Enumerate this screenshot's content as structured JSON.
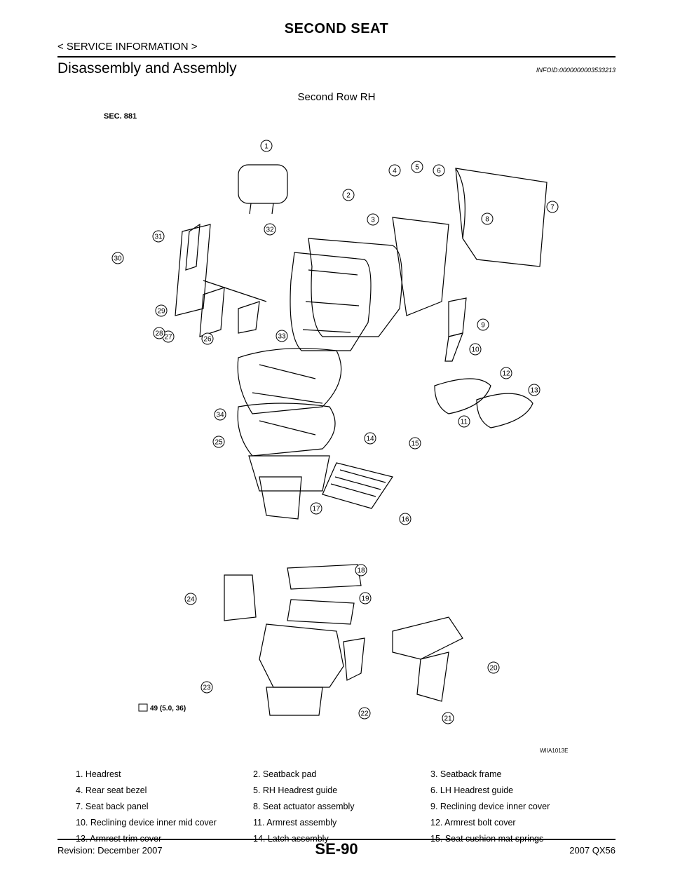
{
  "header": {
    "title": "SECOND SEAT",
    "breadcrumb": "< SERVICE INFORMATION >"
  },
  "section": {
    "heading": "Disassembly and Assembly",
    "info_id": "INFOID:0000000003533213",
    "subtitle": "Second Row RH"
  },
  "diagram": {
    "sec_label": "SEC. 881",
    "torque_spec": "49 (5.0, 36)",
    "figure_code": "WIIA1013E",
    "callouts": [
      "1",
      "2",
      "3",
      "4",
      "5",
      "6",
      "7",
      "8",
      "9",
      "10",
      "11",
      "12",
      "13",
      "14",
      "15",
      "16",
      "17",
      "18",
      "19",
      "20",
      "21",
      "22",
      "23",
      "24",
      "25",
      "26",
      "27",
      "28",
      "29",
      "30",
      "31",
      "32",
      "33",
      "34"
    ]
  },
  "parts_list": [
    [
      "1.  Headrest",
      "2.  Seatback pad",
      "3.  Seatback frame"
    ],
    [
      "4.  Rear seat bezel",
      "5.  RH Headrest guide",
      "6.  LH Headrest guide"
    ],
    [
      "7.  Seat back panel",
      "8.  Seat actuator assembly",
      "9.  Reclining device inner cover"
    ],
    [
      "10.  Reclining device inner mid cover",
      "11.  Armrest assembly",
      "12.  Armrest bolt cover"
    ],
    [
      "13.  Armrest trim cover",
      "14.  Latch assembly",
      "15.  Seat cushion mat springs"
    ]
  ],
  "footer": {
    "revision": "Revision: December 2007",
    "page": "SE-90",
    "model": "2007 QX56"
  }
}
